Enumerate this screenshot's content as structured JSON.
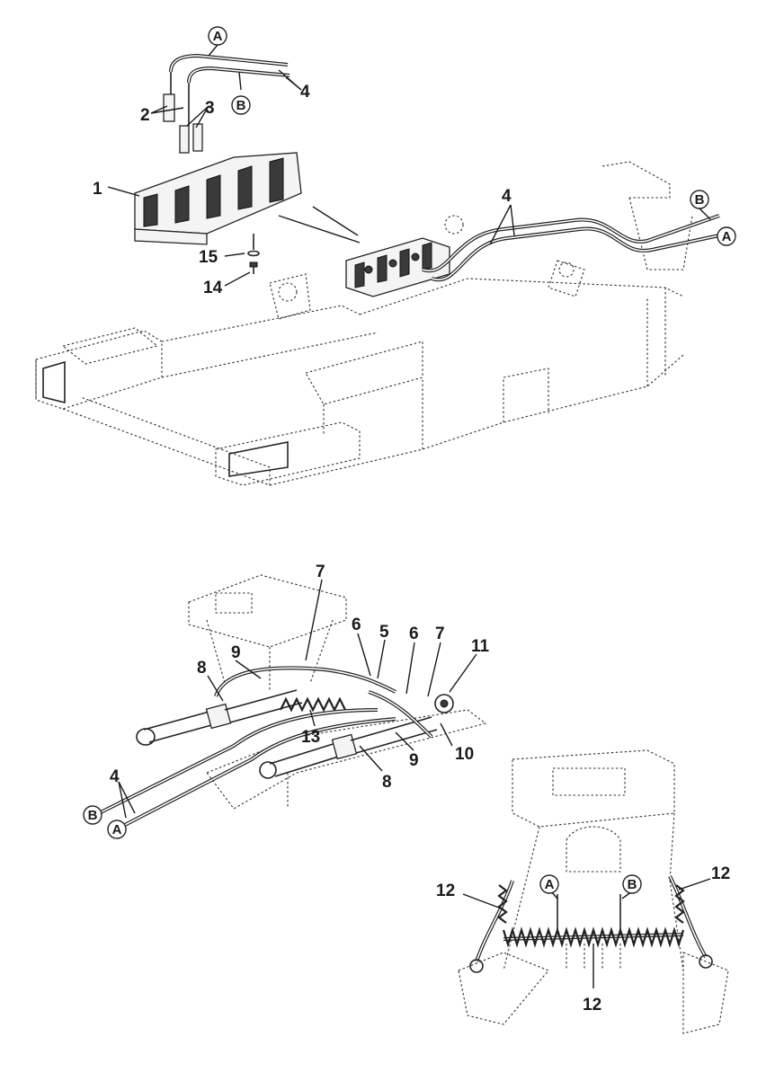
{
  "callouts": {
    "n1": "1",
    "n2": "2",
    "n3": "3",
    "n4": "4",
    "n5": "5",
    "n6": "6",
    "n7": "7",
    "n8": "8",
    "n9": "9",
    "n10": "10",
    "n11": "11",
    "n12": "12",
    "n13": "13",
    "n14": "14",
    "n15": "15"
  },
  "markers": {
    "a": "A",
    "b": "B"
  }
}
